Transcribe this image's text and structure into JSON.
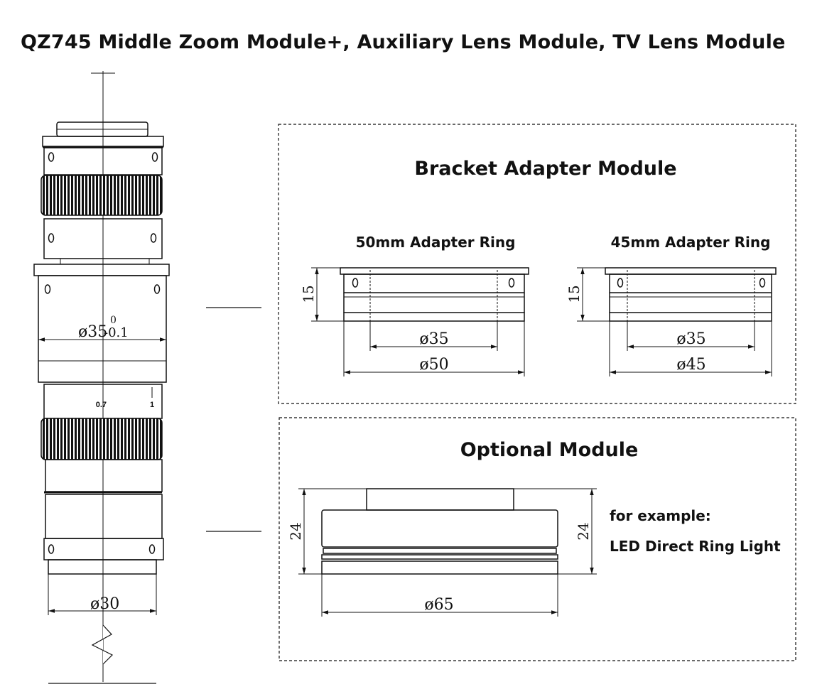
{
  "title": "QZ745 Middle Zoom Module+, Auxiliary Lens Module, TV Lens Module",
  "left_module": {
    "zoom_mark_low": "0.7",
    "zoom_mark_high": "1",
    "dim_main": "ø35",
    "dim_main_tol_upper": "0",
    "dim_main_tol_lower": "-0.1",
    "dim_bottom": "ø30"
  },
  "bracket_panel": {
    "title": "Bracket Adapter Module",
    "ring_50": {
      "label": "50mm Adapter Ring",
      "height": "15",
      "inner_dia": "ø35",
      "outer_dia": "ø50"
    },
    "ring_45": {
      "label": "45mm Adapter Ring",
      "height": "15",
      "inner_dia": "ø35",
      "outer_dia": "ø45"
    }
  },
  "optional_panel": {
    "title": "Optional Module",
    "height_left": "24",
    "height_right": "24",
    "diameter": "ø65",
    "example_line1": "for example:",
    "example_line2": "LED Direct Ring Light"
  },
  "colors": {
    "line": "#111111",
    "background": "#ffffff"
  }
}
